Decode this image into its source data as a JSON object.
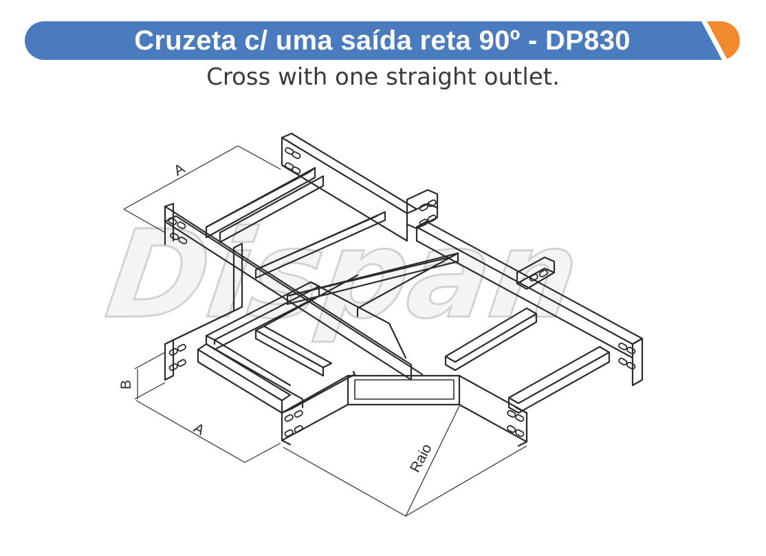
{
  "header": {
    "title": "Cruzeta c/ uma saída reta 90º - DP830",
    "subtitle": "Cross with one straight outlet."
  },
  "watermark": {
    "text": "Dispan"
  },
  "dimensions": {
    "a_top": "A",
    "a_bottom": "A",
    "b": "B",
    "radius": "Raio"
  },
  "colors": {
    "banner_blue": "#4a7bbf",
    "banner_orange": "#f08a2c",
    "line": "#2b2b2b",
    "watermark_fill": "#f4f4f4",
    "watermark_stroke": "#d2d2d2"
  }
}
